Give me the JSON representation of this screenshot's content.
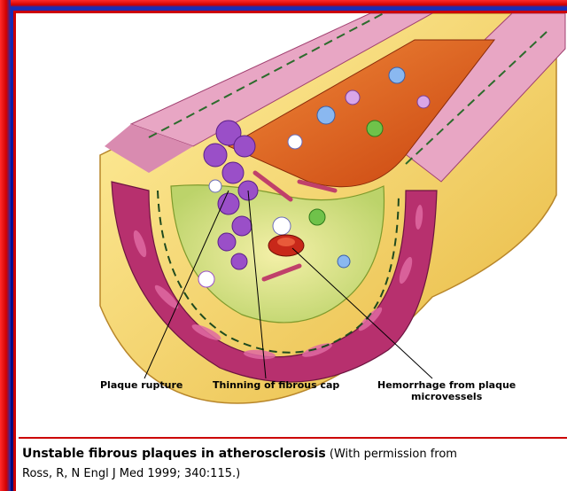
{
  "labels": {
    "plaque_rupture": "Plaque rupture",
    "thinning_cap": "Thinning of fibrous cap",
    "hemorrhage_line1": "Hemorrhage from plaque",
    "hemorrhage_line2": "microvessels"
  },
  "caption": {
    "title": "Unstable fibrous plaques in atherosclerosis",
    "note_line1": " (With permission from",
    "note_line2": "Ross, R, N Engl J Med 1999; 340:115.)"
  },
  "colors": {
    "background": "#000f9a",
    "accent_red": "#cc0000",
    "adventitia_yellow": "#f2d35a",
    "media_magenta": "#b7306e",
    "intima_pink": "#e8a6c4",
    "lumen_orange": "#e8631a",
    "plaque_purple": "#9a4fc8",
    "fibrous_green": "#c9e07a"
  }
}
